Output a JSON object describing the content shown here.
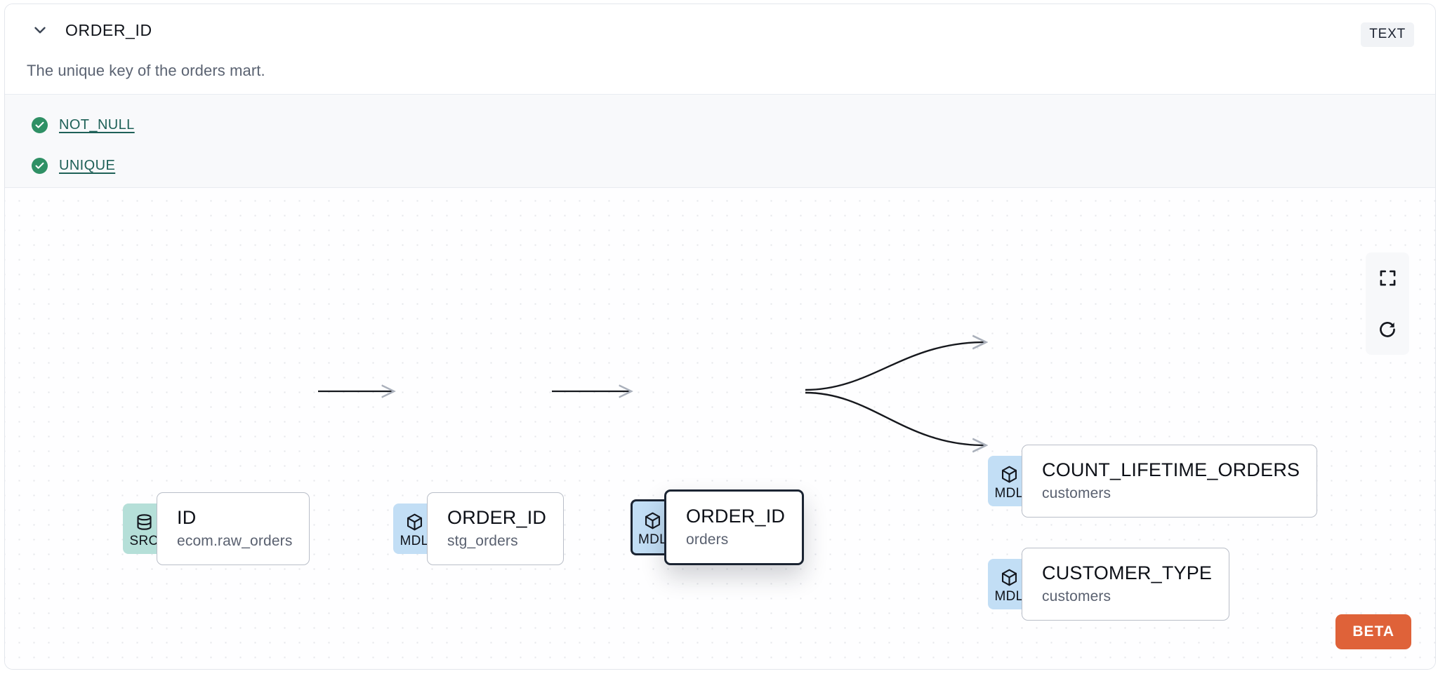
{
  "header": {
    "chevron_icon": "chevron-down-icon",
    "title": "ORDER_ID",
    "type_badge": "TEXT",
    "description": "The unique key of the orders mart."
  },
  "tests": {
    "items": [
      {
        "status_icon": "check-circle-icon",
        "label": "NOT_NULL"
      },
      {
        "status_icon": "check-circle-icon",
        "label": "UNIQUE"
      }
    ]
  },
  "graph": {
    "controls": [
      {
        "icon": "fullscreen-icon",
        "name": "fullscreen-button"
      },
      {
        "icon": "refresh-icon",
        "name": "refresh-button"
      }
    ],
    "beta_label": "BETA",
    "nodes": [
      {
        "badge": "SRC",
        "badge_icon": "database-icon",
        "name": "ID",
        "sub": "ecom.raw_orders",
        "selected": false
      },
      {
        "badge": "MDL",
        "badge_icon": "cube-icon",
        "name": "ORDER_ID",
        "sub": "stg_orders",
        "selected": false
      },
      {
        "badge": "MDL",
        "badge_icon": "cube-icon",
        "name": "ORDER_ID",
        "sub": "orders",
        "selected": true
      },
      {
        "badge": "MDL",
        "badge_icon": "cube-icon",
        "name": "COUNT_LIFETIME_ORDERS",
        "sub": "customers",
        "selected": false
      },
      {
        "badge": "MDL",
        "badge_icon": "cube-icon",
        "name": "CUSTOMER_TYPE",
        "sub": "customers",
        "selected": false
      }
    ]
  },
  "colors": {
    "src_badge": "#b5dfd8",
    "mdl_badge": "#c2def5",
    "check_green": "#2f9065",
    "link_teal": "#1f6158",
    "beta_orange": "#df6239",
    "selected_border": "#1b2432"
  }
}
